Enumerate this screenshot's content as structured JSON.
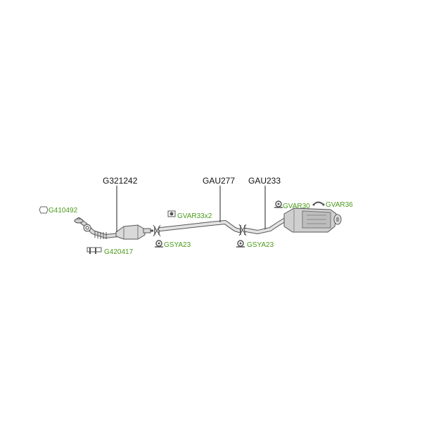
{
  "colors": {
    "accessory_label": "#4a9a1a",
    "main_label": "#111111",
    "part_fill": "#d9d9d9",
    "part_stroke": "#555555"
  },
  "main_parts": {
    "catalyst": "G321242",
    "middle_pipe": "GAU277",
    "rear_silencer": "GAU233"
  },
  "accessories": {
    "gasket_front": "G410492",
    "bracket_front": "G420417",
    "clamp_middle": "GVAR33x2",
    "clamp_a": "GSYA23",
    "clamp_b": "GSYA23",
    "rubber_mount": "GVAR30",
    "hanger": "GVAR36"
  }
}
